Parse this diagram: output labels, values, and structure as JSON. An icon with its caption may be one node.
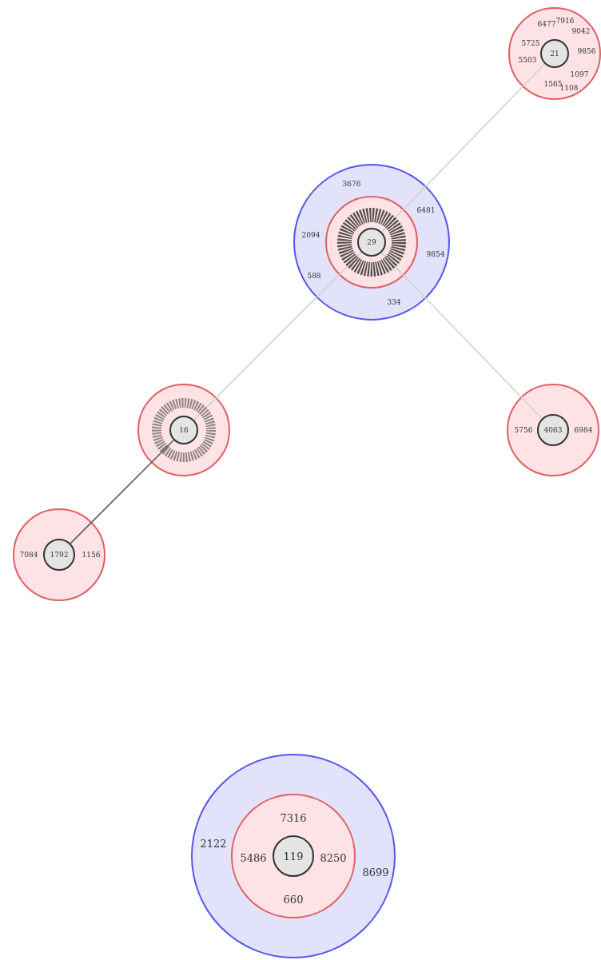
{
  "diagram": {
    "nodes": [
      {
        "text": [
          "6477",
          "7916",
          "9042",
          "5725",
          "9856",
          "5503",
          "1097",
          "1565",
          "1108"
        ]
      },
      {
        "text": [
          "21"
        ],
        "in": 0
      },
      {
        "text": [
          "3676",
          "6481",
          "2094",
          "9854",
          "588",
          "334"
        ]
      },
      {
        "text": [],
        "shape": "circle",
        "in": 2
      },
      {
        "text": [
          "29"
        ],
        "in": 3
      },
      {
        "text": [],
        "shape": "circle"
      },
      {
        "text": [
          "16"
        ],
        "in": 5
      },
      {
        "text": [
          "5756",
          "6984"
        ]
      },
      {
        "text": [
          "4063"
        ],
        "in": 7
      },
      {
        "text": [
          "7084",
          "1156"
        ]
      },
      {
        "text": [
          "1792"
        ],
        "in": 9
      },
      {
        "text": [
          "2122",
          "8699"
        ]
      },
      {
        "text": [
          "7316",
          "5486",
          "8250",
          "660"
        ],
        "in": 11
      },
      {
        "text": [
          "119"
        ],
        "in": 12
      }
    ],
    "edges": [
      {
        "from": 1,
        "to": 4,
        "arrow": "none"
      },
      {
        "from": 4,
        "to": 6,
        "arrow": "none"
      },
      {
        "from": 4,
        "to": 8,
        "arrow": "none"
      },
      {
        "from": 6,
        "to": 10,
        "arrow": "none",
        "color": "#555555"
      }
    ]
  }
}
